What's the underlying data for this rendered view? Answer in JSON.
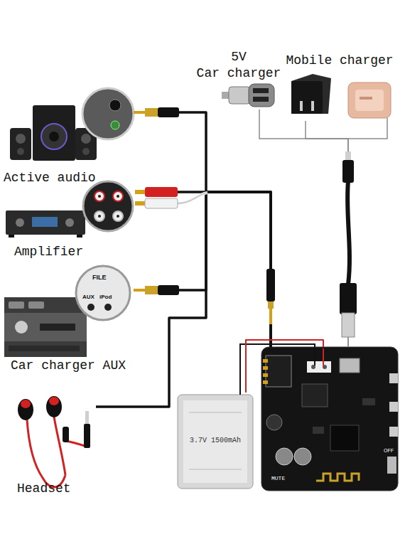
{
  "diagram": {
    "nodes": [
      {
        "text": [
          "5V",
          "Car charger"
        ]
      },
      {
        "text": [
          "Mobile charger"
        ]
      },
      {
        "text": [
          "Active audio"
        ]
      },
      {
        "text": [
          "Amplifier"
        ]
      },
      {
        "text": [
          "Car charger AUX"
        ]
      },
      {
        "text": [
          "Headset"
        ]
      },
      {
        "text": [
          "3.7V 1500mAh"
        ]
      },
      {
        "text": [
          "MUTE"
        ]
      }
    ],
    "edges": [
      {
        "from": 2,
        "to": 7,
        "arrow": "none"
      },
      {
        "from": 3,
        "to": 7,
        "arrow": "none"
      },
      {
        "from": 4,
        "to": 7,
        "arrow": "none"
      },
      {
        "from": 5,
        "to": 7,
        "arrow": "none"
      },
      {
        "from": 0,
        "to": 7,
        "arrow": "none"
      },
      {
        "from": 1,
        "to": 7,
        "arrow": "none"
      },
      {
        "from": 6,
        "to": 7,
        "arrow": "none"
      }
    ],
    "labels": [
      "FILE",
      "AUX",
      "iPod",
      "OFF"
    ]
  }
}
